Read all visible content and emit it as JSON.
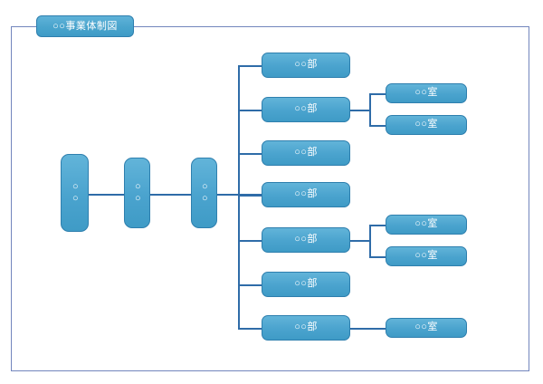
{
  "diagram": {
    "title": "○○事業体制図",
    "colors": {
      "node_fill": "#4aa3ce",
      "node_border": "#2e7fae",
      "node_text": "#ffffff",
      "connector": "#2f6ca8",
      "frame_border": "#7286bd",
      "background": "#ffffff"
    },
    "executive_nodes": [
      {
        "label": "○○",
        "orientation": "vertical"
      },
      {
        "label": "○○",
        "orientation": "vertical"
      },
      {
        "label": "○○",
        "orientation": "vertical"
      }
    ],
    "departments": [
      {
        "label": "○○部",
        "sections": []
      },
      {
        "label": "○○部",
        "sections": [
          {
            "label": "○○室"
          },
          {
            "label": "○○室"
          }
        ]
      },
      {
        "label": "○○部",
        "sections": []
      },
      {
        "label": "○○部",
        "sections": []
      },
      {
        "label": "○○部",
        "sections": [
          {
            "label": "○○室"
          },
          {
            "label": "○○室"
          }
        ]
      },
      {
        "label": "○○部",
        "sections": []
      },
      {
        "label": "○○部",
        "sections": [
          {
            "label": "○○室"
          }
        ]
      }
    ]
  }
}
